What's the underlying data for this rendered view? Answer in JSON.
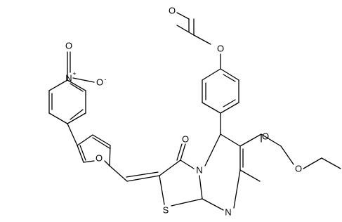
{
  "atoms": {
    "acetyl_carbonyl_o": "O",
    "acetoxy_o": "O",
    "nitro_n": "N",
    "nitro_plus": "+",
    "nitro_o_top": "O",
    "nitro_o_right": "O",
    "nitro_minus": "-",
    "furan_o": "O",
    "ester_carbonyl_o": "O",
    "ester_alkoxy_o": "O",
    "ring_carbonyl_o": "O",
    "ring_n": "N",
    "thiazole_s": "S",
    "pyrimidine_n": "N"
  }
}
